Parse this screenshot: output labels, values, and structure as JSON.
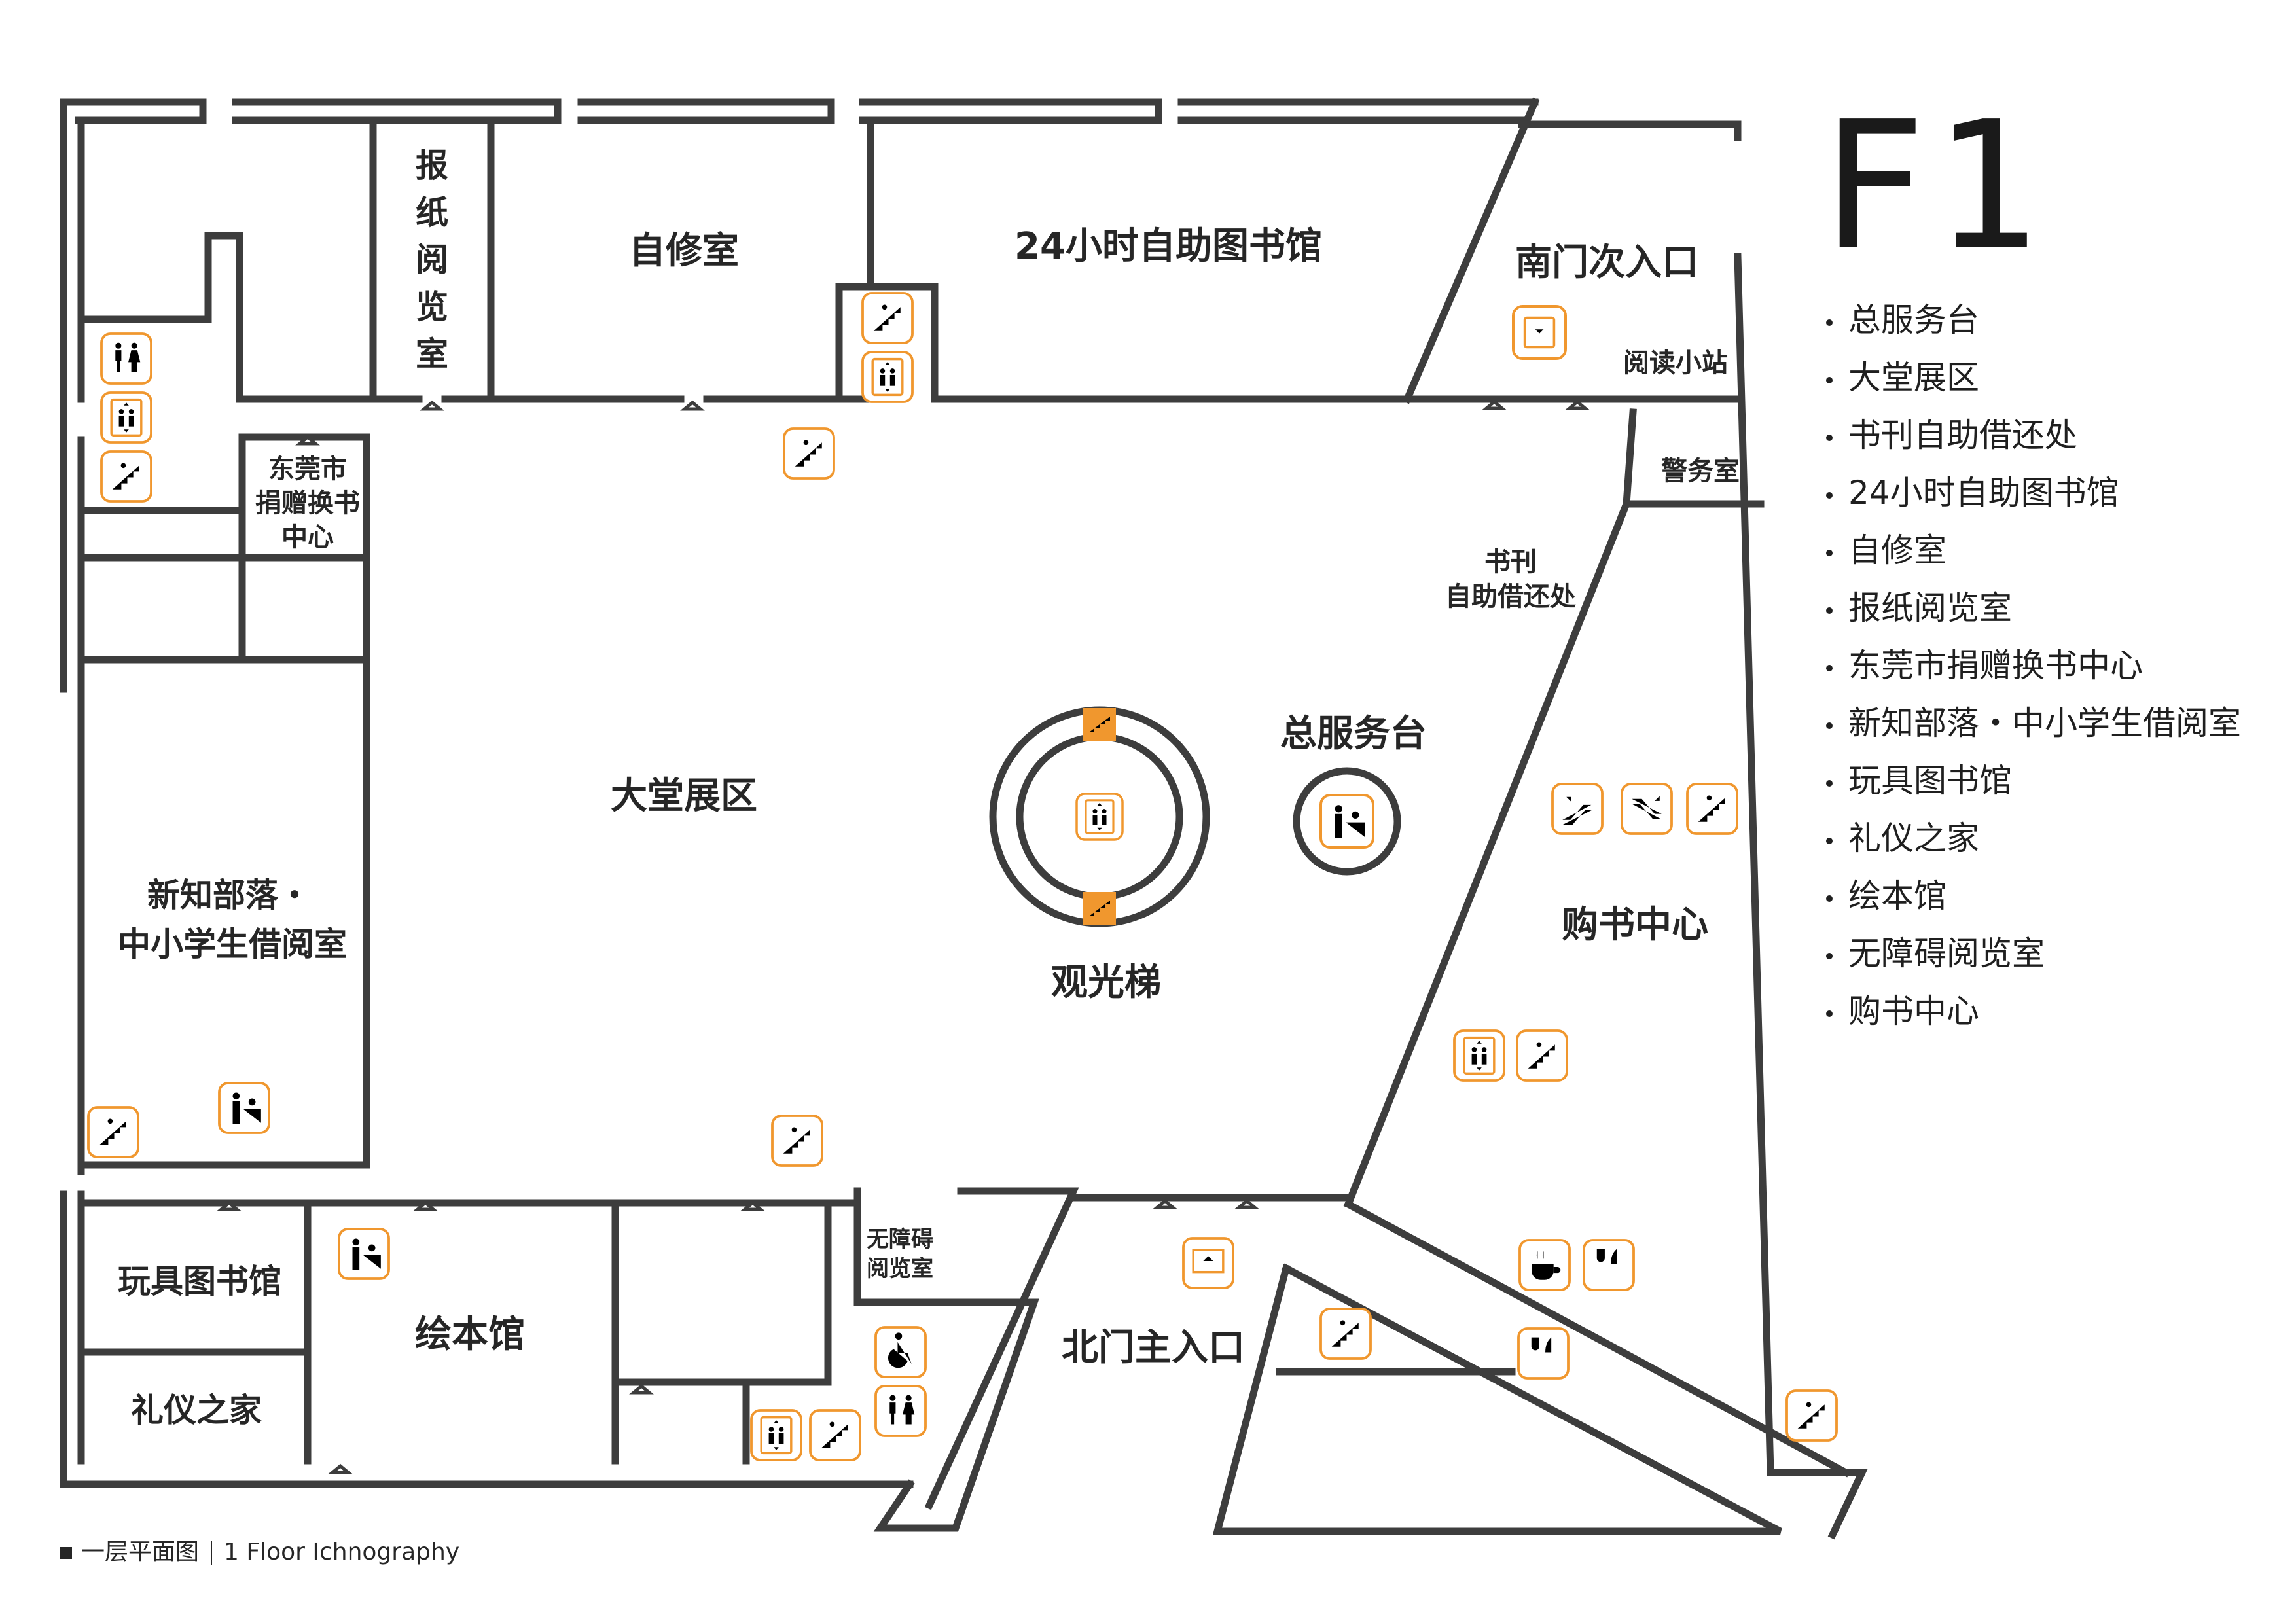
{
  "floor": {
    "title": "F1"
  },
  "legend": {
    "items": [
      "总服务台",
      "大堂展区",
      "书刊自助借还处",
      "24小时自助图书馆",
      "自修室",
      "报纸阅览室",
      "东莞市捐赠换书中心",
      "新知部落・中小学生借阅室",
      "玩具图书馆",
      "礼仪之家",
      "绘本馆",
      "无障碍阅览室",
      "购书中心"
    ]
  },
  "caption": {
    "zh": "一层平面图",
    "en": "1 Floor Ichnography"
  },
  "rooms": {
    "newspaper": [
      "报",
      "纸",
      "阅",
      "览",
      "室"
    ],
    "study_room": "自修室",
    "library_24h": "24小时自助图书馆",
    "south_entrance": "南门次入口",
    "reading_station": "阅读小站",
    "police": "警务室",
    "self_service": [
      "书刊",
      "自助借还处"
    ],
    "donation": [
      "东莞市",
      "捐赠换书",
      "中心"
    ],
    "lobby": "大堂展区",
    "youth": [
      "新知部落・",
      "中小学生借阅室"
    ],
    "sightseeing_elevator": "观光梯",
    "service_desk": "总服务台",
    "bookstore": "购书中心",
    "toy_library": "玩具图书馆",
    "etiquette": "礼仪之家",
    "picture_book": "绘本馆",
    "accessible": [
      "无障碍",
      "阅览室"
    ],
    "north_entrance": "北门主入口"
  },
  "icons": [
    "toilet-icon",
    "elevator-icon",
    "stairs-icon",
    "escalator-up-icon",
    "escalator-down-icon",
    "service-desk-icon",
    "book-return-icon",
    "cafe-icon",
    "restaurant-icon",
    "wheelchair-icon",
    "entrance-icon"
  ],
  "colors": {
    "accent": "#f0972e",
    "wall": "#3d3d3d",
    "text": "#262626"
  }
}
